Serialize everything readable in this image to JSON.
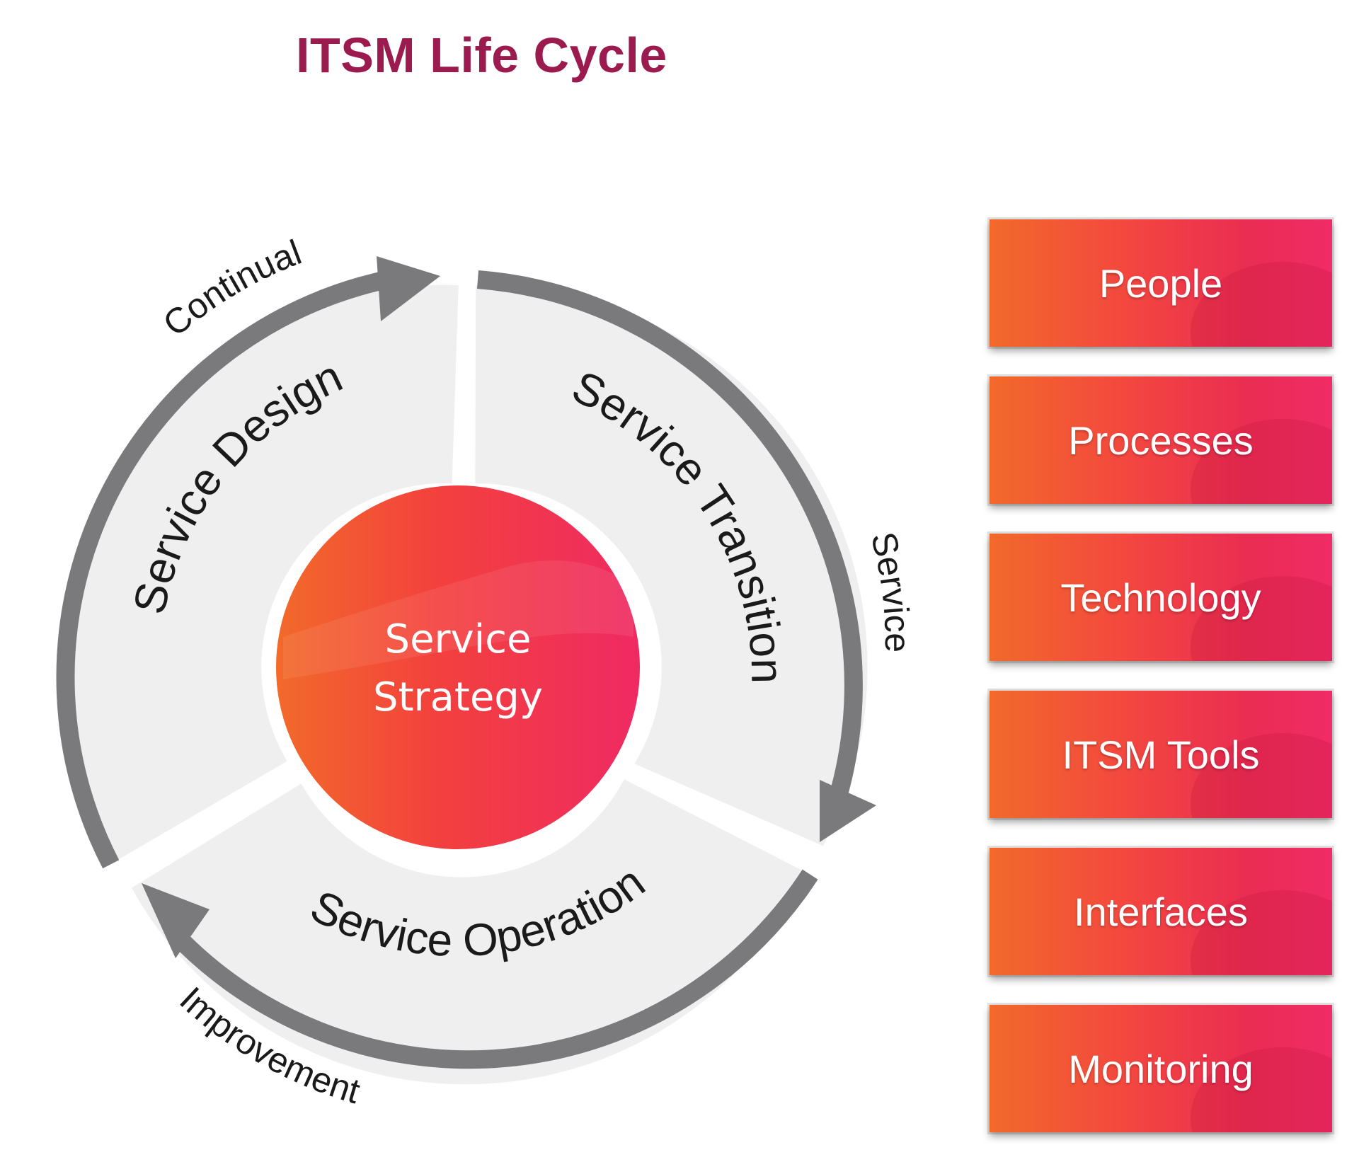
{
  "title": "ITSM Life Cycle",
  "cycle": {
    "core": [
      "Service",
      "Strategy"
    ],
    "stages": {
      "design": "Service Design",
      "transition": "Service Transition",
      "operation": "Service Operation"
    },
    "improvement": {
      "word1": "Continual",
      "word2": "Service",
      "word3": "Improvement"
    }
  },
  "pillars": [
    "People",
    "Processes",
    "Technology",
    "ITSM Tools",
    "Interfaces",
    "Monitoring"
  ],
  "colors": {
    "title": "#9b1b4e",
    "arrow": "#7a7a7c",
    "ring": "#efeff0",
    "gradient_start": "#f26a2a",
    "gradient_end": "#f02b67"
  }
}
